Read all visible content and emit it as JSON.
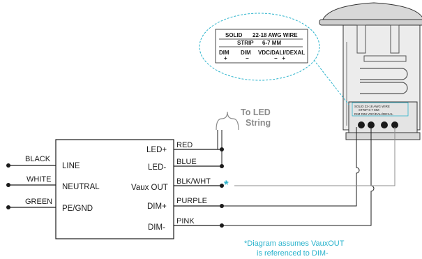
{
  "inputs": [
    {
      "color": "BLACK",
      "terminal": "LINE"
    },
    {
      "color": "WHITE",
      "terminal": "NEUTRAL"
    },
    {
      "color": "GREEN",
      "terminal": "PE/GND"
    }
  ],
  "outputs": [
    {
      "terminal": "LED+",
      "color": "RED"
    },
    {
      "terminal": "LED-",
      "color": "BLUE"
    },
    {
      "terminal": "Vaux OUT",
      "color": "BLK/WHT"
    },
    {
      "terminal": "DIM+",
      "color": "PURPLE"
    },
    {
      "terminal": "DIM-",
      "color": "PINK"
    }
  ],
  "led_string": {
    "line1": "To LED",
    "line2": "String"
  },
  "asterisk": "*",
  "footnote": {
    "line1": "*Diagram assumes VauxOUT",
    "line2": "is referenced to DIM-"
  },
  "callout": {
    "row1_left": "SOLID",
    "row1_right": "22-18 AWG WIRE",
    "row2_left": "STRIP",
    "row2_right": "6-7 MM",
    "terminals": [
      {
        "label": "DIM",
        "sign": "+"
      },
      {
        "label": "DIM",
        "sign": "−"
      },
      {
        "label": "VDC/DALI/DEXAL",
        "sign": "−   +"
      }
    ]
  },
  "colors": {
    "accent": "#2ab3cc",
    "wire": "#1a1a1a",
    "led_text": "#8c8c8c"
  }
}
